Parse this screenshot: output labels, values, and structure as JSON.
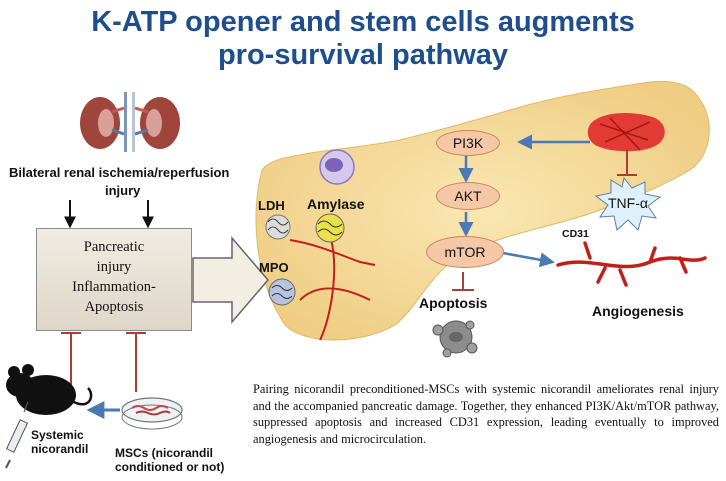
{
  "title": {
    "line1": "K-ATP opener and stem cells augments",
    "line2": "pro-survival pathway"
  },
  "labels": {
    "ischemia_line1": "Bilateral renal ischemia/reperfusion",
    "ischemia_line2": "injury",
    "ldh": "LDH",
    "amylase": "Amylase",
    "mpo": "MPO",
    "systemic_line1": "Systemic",
    "systemic_line2": "nicorandil",
    "mscs_line1": "MSCs (nicorandil",
    "mscs_line2": "conditioned or not)",
    "apoptosis": "Apoptosis",
    "angiogenesis": "Angiogenesis",
    "cd31": "CD31",
    "tnf": "TNF-α"
  },
  "box": {
    "line1": "Pancreatic",
    "line2": "injury",
    "line3": "Inflammation-",
    "line4": "Apoptosis"
  },
  "pathway": {
    "pi3k": "PI3K",
    "akt": "AKT",
    "mtor": "mTOR"
  },
  "summary": "Pairing nicorandil preconditioned-MSCs with systemic nicorandil ameliorates renal injury and the accompanied pancreatic damage. Together, they enhanced PI3K/Akt/mTOR pathway, suppressed apoptosis and increased CD31 expression, leading eventually to improved angiogenesis and microcirculation.",
  "colors": {
    "title": "#1e4f8c",
    "arrow_blue": "#4a79b6",
    "inhibit_red": "#b03a35",
    "pancreas": "#f7dfa0",
    "node_fill": "#f4c7a6"
  }
}
